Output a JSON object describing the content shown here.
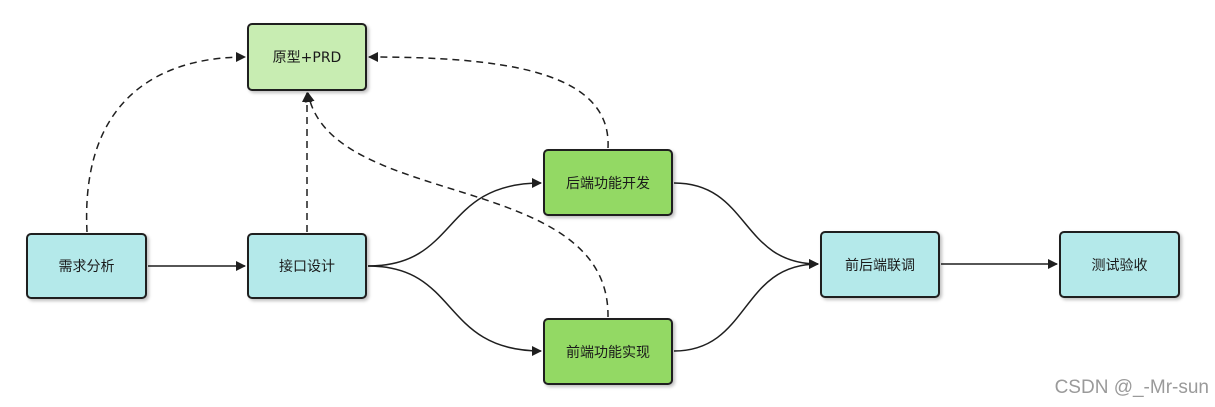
{
  "colors": {
    "cyan": "#b4e9ea",
    "light_green": "#c8edb2",
    "green": "#93d964",
    "stroke": "#1f1f1f",
    "watermark": "#9a9a9a"
  },
  "nodes": {
    "xuqiu": {
      "label": "需求分析",
      "color": "cyan"
    },
    "jiekou": {
      "label": "接口设计",
      "color": "cyan"
    },
    "yuanxing": {
      "label": "原型+PRD",
      "color": "light_green"
    },
    "houduan": {
      "label": "后端功能开发",
      "color": "green"
    },
    "qianduan": {
      "label": "前端功能实现",
      "color": "green"
    },
    "liantiao": {
      "label": "前后端联调",
      "color": "cyan"
    },
    "yanshou": {
      "label": "测试验收",
      "color": "cyan"
    }
  },
  "edges": [
    {
      "from": "xuqiu",
      "to": "jiekou",
      "style": "solid"
    },
    {
      "from": "jiekou",
      "to": "houduan",
      "style": "solid"
    },
    {
      "from": "jiekou",
      "to": "qianduan",
      "style": "solid"
    },
    {
      "from": "houduan",
      "to": "liantiao",
      "style": "solid"
    },
    {
      "from": "qianduan",
      "to": "liantiao",
      "style": "solid"
    },
    {
      "from": "liantiao",
      "to": "yanshou",
      "style": "solid"
    },
    {
      "from": "xuqiu",
      "to": "yuanxing",
      "style": "dashed"
    },
    {
      "from": "jiekou",
      "to": "yuanxing",
      "style": "dashed"
    },
    {
      "from": "houduan",
      "to": "yuanxing",
      "style": "dashed"
    },
    {
      "from": "qianduan",
      "to": "yuanxing",
      "style": "dashed"
    }
  ],
  "watermark": "CSDN @_-Mr-sun"
}
